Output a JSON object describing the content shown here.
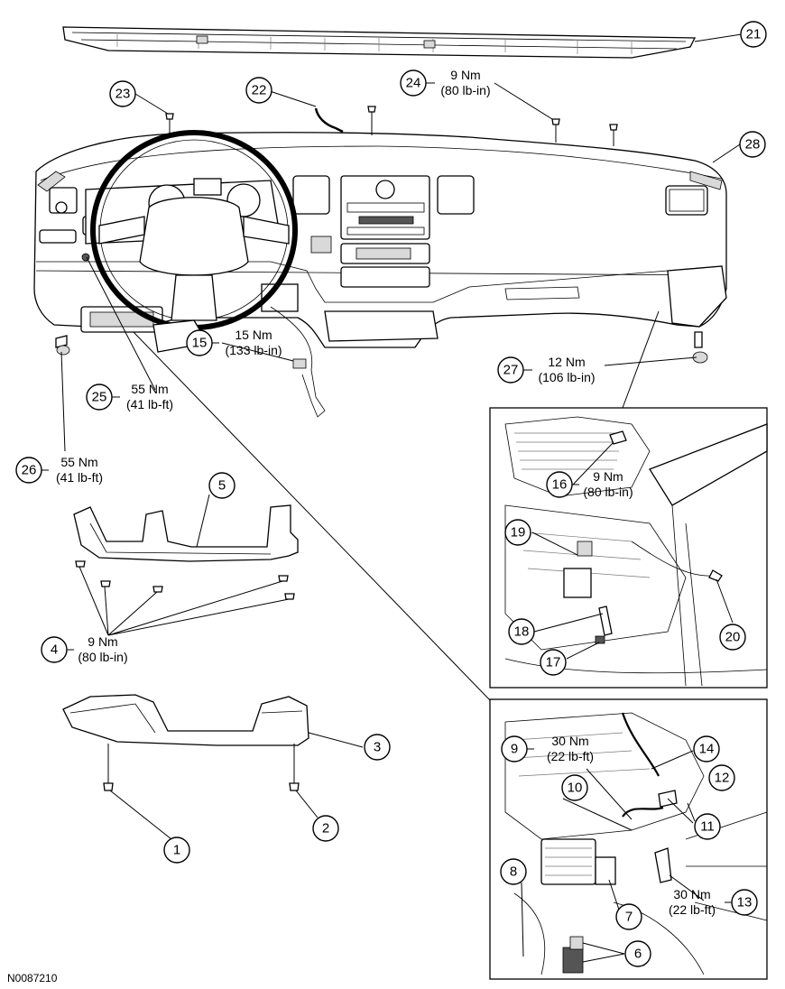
{
  "figure_id": "N0087210",
  "callouts": [
    {
      "num": "1"
    },
    {
      "num": "2"
    },
    {
      "num": "3"
    },
    {
      "num": "4"
    },
    {
      "num": "5"
    },
    {
      "num": "6"
    },
    {
      "num": "7"
    },
    {
      "num": "8"
    },
    {
      "num": "9"
    },
    {
      "num": "10"
    },
    {
      "num": "11"
    },
    {
      "num": "12"
    },
    {
      "num": "13"
    },
    {
      "num": "14"
    },
    {
      "num": "15"
    },
    {
      "num": "16"
    },
    {
      "num": "17"
    },
    {
      "num": "18"
    },
    {
      "num": "19"
    },
    {
      "num": "20"
    },
    {
      "num": "21"
    },
    {
      "num": "22"
    },
    {
      "num": "23"
    },
    {
      "num": "24"
    },
    {
      "num": "25"
    },
    {
      "num": "26"
    },
    {
      "num": "27"
    },
    {
      "num": "28"
    }
  ],
  "torques": {
    "t24": {
      "nm": "9 Nm",
      "lbin": "(80 lb-in)"
    },
    "t15": {
      "nm": "15 Nm",
      "lbin": "(133 lb-in)"
    },
    "t25": {
      "nm": "55 Nm",
      "lbin": "(41 lb-ft)"
    },
    "t26": {
      "nm": "55 Nm",
      "lbin": "(41 lb-ft)"
    },
    "t27": {
      "nm": "12 Nm",
      "lbin": "(106 lb-in)"
    },
    "t16": {
      "nm": "9 Nm",
      "lbin": "(80 lb-in)"
    },
    "t4": {
      "nm": "9 Nm",
      "lbin": "(80 lb-in)"
    },
    "t9": {
      "nm": "30 Nm",
      "lbin": "(22 lb-ft)"
    },
    "t13": {
      "nm": "30 Nm",
      "lbin": "(22 lb-ft)"
    }
  }
}
